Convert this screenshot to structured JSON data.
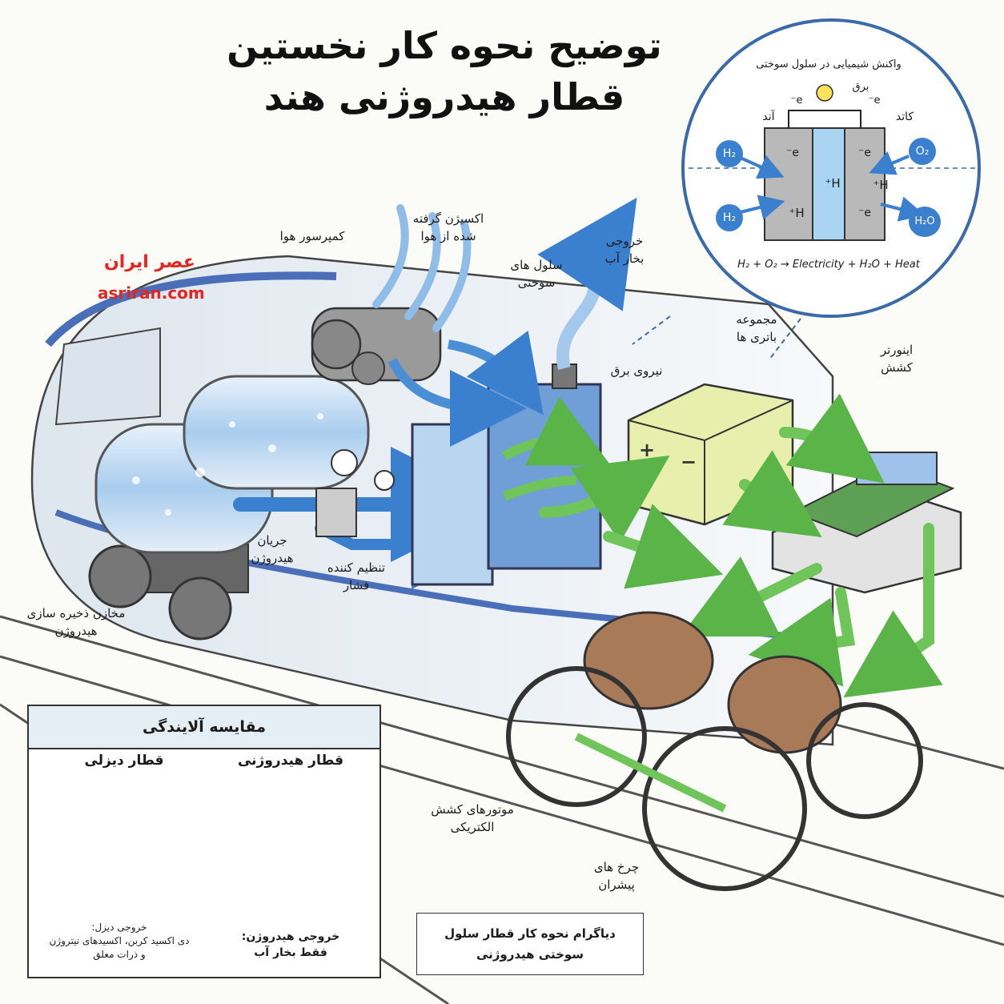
{
  "title": {
    "line1": "توضیح نحوه کار نخستین",
    "line2": "قطار هیدروژنی هند"
  },
  "brand": {
    "name": "عصر ایران",
    "url": "asriran.com"
  },
  "labels": {
    "compressor": "کمپرسور هوا",
    "oxygen": "اکسیژن گرفته\nشده از هوا",
    "fuel_cells": "سلول های\nسوختی",
    "steam": "خروجی\nبخار آب",
    "battery": "مجموعه\nباتری ها",
    "power": "نیروی برق",
    "inverter": "اینورتر\nکشش",
    "hydrogen_flow": "جریان\nهیدروژن",
    "regulator": "تنظیم کننده\nفشار",
    "storage": "مخازن ذخیره سازی\nهیدروژن",
    "motors": "موتورهای کشش\nالکتریکی",
    "wheels": "چرخ های\nپیشران"
  },
  "reaction": {
    "title": "واکنش شیمیایی در سلول سوختی",
    "electricity": "برق",
    "anode": "آند",
    "cathode": "کاتد",
    "electron": "e⁻",
    "proton": "H⁺",
    "h2": "H₂",
    "o2": "O₂",
    "h2o": "H₂O",
    "equation": "H₂ + O₂ → Electricity + H₂O + Heat"
  },
  "comparison": {
    "title": "مقایسه آلایندگی",
    "diesel_title": "قطار دیزلی",
    "hydrogen_title": "قطار هیدروژنی",
    "diesel_output": "خروجی دیزل:\nدی اکسید کربن، اکسیدهای نیتروژن\nو ذرات معلق",
    "hydrogen_output": "خروجی هیدروژن:\nفقط بخار آب"
  },
  "caption": "دیاگرام نحوه کار قطار سلول\nسوختی هیدروژنی",
  "colors": {
    "brand": "#e5251f",
    "flow_green": "#6fc45a",
    "flow_blue": "#4a8fd6",
    "cell_blue": "#9cc7ea"
  }
}
